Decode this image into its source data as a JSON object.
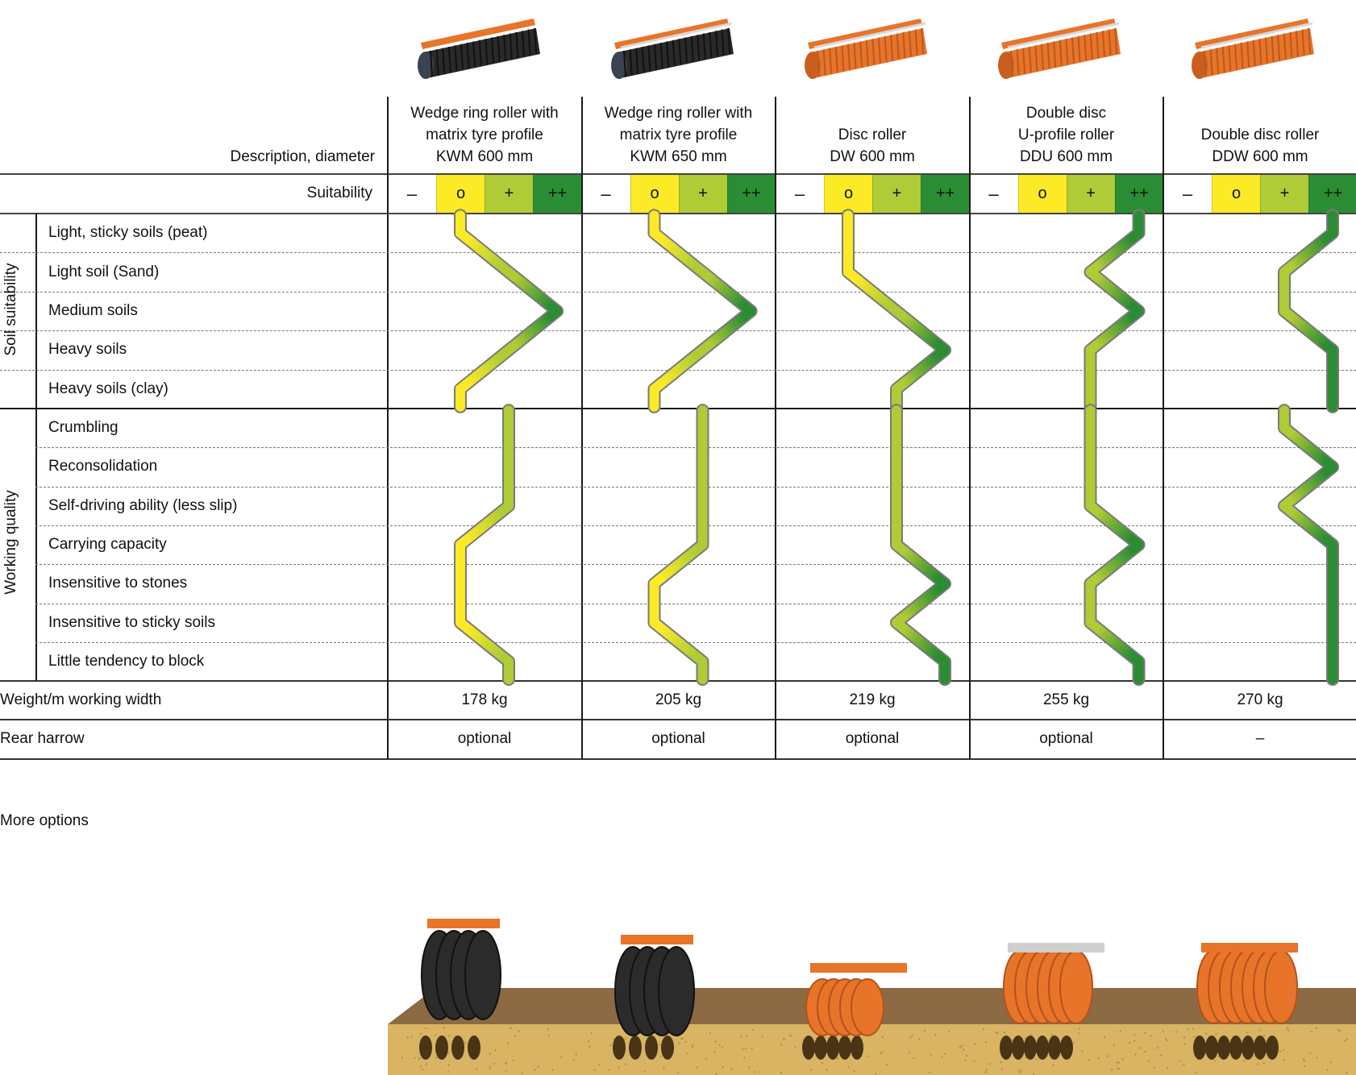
{
  "header": {
    "description_label": "Description, diameter",
    "suitability_label": "Suitability",
    "scale": [
      {
        "symbol": "–",
        "color": "#ffffff"
      },
      {
        "symbol": "o",
        "color": "#fcea26"
      },
      {
        "symbol": "+",
        "color": "#afcb36"
      },
      {
        "symbol": "++",
        "color": "#2b8d33"
      }
    ]
  },
  "products": [
    {
      "name_lines": [
        "Wedge ring roller with",
        "matrix tyre profile",
        "KWM 600 mm"
      ],
      "image": "wedge-ring-roller-kwm600-image",
      "weight": "178 kg",
      "rear_harrow": "optional"
    },
    {
      "name_lines": [
        "Wedge ring roller with",
        "matrix tyre profile",
        "KWM 650 mm"
      ],
      "image": "wedge-ring-roller-kwm650-image",
      "weight": "205 kg",
      "rear_harrow": "optional"
    },
    {
      "name_lines": [
        "",
        "Disc roller",
        "DW 600 mm"
      ],
      "image": "disc-roller-dw600-image",
      "weight": "219 kg",
      "rear_harrow": "optional"
    },
    {
      "name_lines": [
        "Double disc",
        "U-profile roller",
        "DDU 600 mm"
      ],
      "image": "double-disc-u-profile-roller-ddu600-image",
      "weight": "255 kg",
      "rear_harrow": "optional"
    },
    {
      "name_lines": [
        "",
        "Double disc roller",
        "DDW 600 mm"
      ],
      "image": "double-disc-roller-ddw600-image",
      "weight": "270 kg",
      "rear_harrow": "–"
    }
  ],
  "sections": [
    {
      "title": "Soil suitability",
      "rows": [
        "Light, sticky soils (peat)",
        "Light soil (Sand)",
        "Medium soils",
        "Heavy soils",
        "Heavy soils (clay)"
      ]
    },
    {
      "title": "Working quality",
      "rows": [
        "Crumbling",
        "Reconsolidation",
        "Self-driving ability (less slip)",
        "Carrying capacity",
        "Insensitive to stones",
        "Insensitive to sticky soils",
        "Little tendency to block"
      ]
    }
  ],
  "chart_data": {
    "type": "table",
    "title": "Roller comparison",
    "scale_legend": {
      "0": "–",
      "1": "o",
      "2": "+",
      "3": "++"
    },
    "categories": [
      "KWM 600 mm",
      "KWM 650 mm",
      "DW 600 mm",
      "DDU 600 mm",
      "DDW 600 mm"
    ],
    "soil_suitability": {
      "rows": [
        "Light, sticky soils (peat)",
        "Light soil (Sand)",
        "Medium soils",
        "Heavy soils",
        "Heavy soils (clay)"
      ],
      "series": [
        {
          "name": "KWM 600 mm",
          "values": [
            1,
            2,
            3,
            2,
            1
          ]
        },
        {
          "name": "KWM 650 mm",
          "values": [
            1,
            2,
            3,
            2,
            1
          ]
        },
        {
          "name": "DW 600 mm",
          "values": [
            1,
            1,
            2,
            3,
            2
          ]
        },
        {
          "name": "DDU 600 mm",
          "values": [
            3,
            2,
            3,
            2,
            2
          ]
        },
        {
          "name": "DDW 600 mm",
          "values": [
            3,
            2,
            2,
            3,
            3
          ]
        }
      ]
    },
    "working_quality": {
      "rows": [
        "Crumbling",
        "Reconsolidation",
        "Self-driving ability (less slip)",
        "Carrying capacity",
        "Insensitive to stones",
        "Insensitive to sticky soils",
        "Little tendency to block"
      ],
      "series": [
        {
          "name": "KWM 600 mm",
          "values": [
            2,
            2,
            2,
            1,
            1,
            1,
            2
          ]
        },
        {
          "name": "KWM 650 mm",
          "values": [
            2,
            2,
            2,
            2,
            1,
            1,
            2
          ]
        },
        {
          "name": "DW 600 mm",
          "values": [
            2,
            2,
            2,
            2,
            3,
            2,
            3
          ]
        },
        {
          "name": "DDU 600 mm",
          "values": [
            2,
            2,
            2,
            3,
            2,
            2,
            3
          ]
        },
        {
          "name": "DDW 600 mm",
          "values": [
            2,
            3,
            2,
            3,
            3,
            3,
            3
          ]
        }
      ]
    },
    "weight_per_m": {
      "label": "Weight/m working width",
      "values": [
        "178 kg",
        "205 kg",
        "219 kg",
        "255 kg",
        "270 kg"
      ]
    },
    "rear_harrow": {
      "label": "Rear harrow",
      "values": [
        "optional",
        "optional",
        "optional",
        "optional",
        "–"
      ]
    }
  },
  "footer": {
    "weight_label": "Weight/m working width",
    "harrow_label": "Rear harrow",
    "more_options": "More options"
  },
  "colors": {
    "yellow": "#fcea26",
    "light_green": "#afcb36",
    "dark_green": "#2b8d33",
    "orange": "#e8742a",
    "soil_top": "#8b6a44",
    "soil_side": "#d8b463"
  }
}
